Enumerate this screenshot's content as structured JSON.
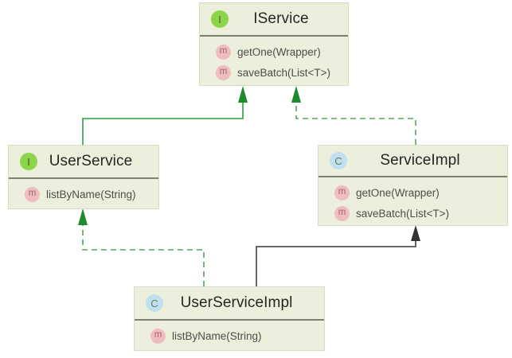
{
  "diagram": {
    "type": "uml-class-diagram",
    "background_color": "#ffffff",
    "box_fill_color": "#ebefdc",
    "box_border_color": "#d7ddc0",
    "header_rule_color": "#7d7d72",
    "inheritance_color": "#2e9e3b",
    "association_color": "#555555",
    "interface_badge_color": "#8ed44a",
    "class_badge_color": "#bfe0ee",
    "method_badge_color": "#f0bdbd"
  },
  "classes": [
    {
      "id": "iservice",
      "name": "IService",
      "stereotype": "I",
      "stereotype_name": "interface",
      "members": [
        {
          "icon": "m",
          "label": "getOne(Wrapper)"
        },
        {
          "icon": "m",
          "label": "saveBatch(List<T>)"
        }
      ]
    },
    {
      "id": "userservice",
      "name": "UserService",
      "stereotype": "I",
      "stereotype_name": "interface",
      "members": [
        {
          "icon": "m",
          "label": "listByName(String)"
        }
      ]
    },
    {
      "id": "serviceimpl",
      "name": "ServiceImpl",
      "stereotype": "C",
      "stereotype_name": "class",
      "members": [
        {
          "icon": "m",
          "label": "getOne(Wrapper)"
        },
        {
          "icon": "m",
          "label": "saveBatch(List<T>)"
        }
      ]
    },
    {
      "id": "userserviceimpl",
      "name": "UserServiceImpl",
      "stereotype": "C",
      "stereotype_name": "class",
      "members": [
        {
          "icon": "m",
          "label": "listByName(String)"
        }
      ]
    }
  ],
  "relations": [
    {
      "from": "userservice",
      "to": "iservice",
      "style": "solid",
      "arrow": "triangle",
      "color": "#2e9e3b",
      "kind": "extends"
    },
    {
      "from": "serviceimpl",
      "to": "iservice",
      "style": "dashed",
      "arrow": "triangle",
      "color": "#2e9e3b",
      "kind": "implements"
    },
    {
      "from": "userserviceimpl",
      "to": "userservice",
      "style": "dashed",
      "arrow": "triangle",
      "color": "#2e9e3b",
      "kind": "implements"
    },
    {
      "from": "userserviceimpl",
      "to": "serviceimpl",
      "style": "solid",
      "arrow": "triangle",
      "color": "#555555",
      "kind": "extends"
    }
  ]
}
